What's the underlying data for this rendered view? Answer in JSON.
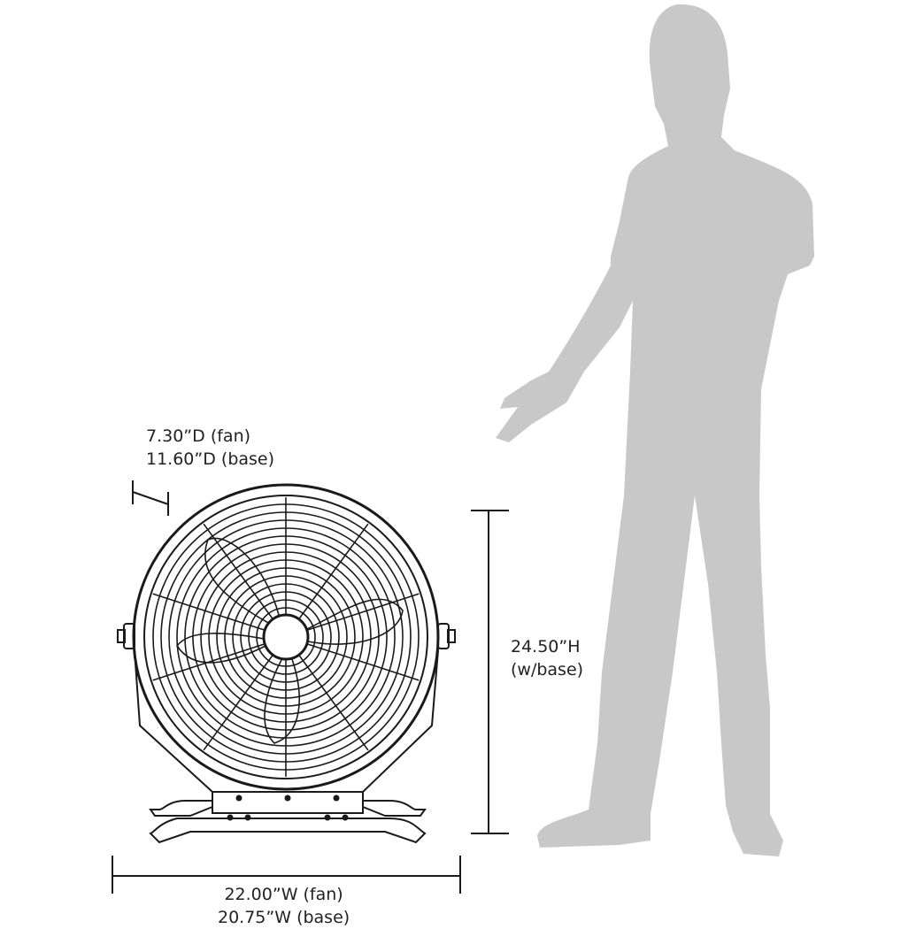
{
  "depth": {
    "fan": "7.30”D (fan)",
    "base": "11.60”D (base)"
  },
  "height": {
    "value": "24.50”H",
    "note": "(w/base)"
  },
  "width": {
    "fan": "22.00”W (fan)",
    "base": "20.75”W (base)"
  },
  "colors": {
    "silhouette": "#c8c8c8",
    "line": "#1a1a1a"
  }
}
